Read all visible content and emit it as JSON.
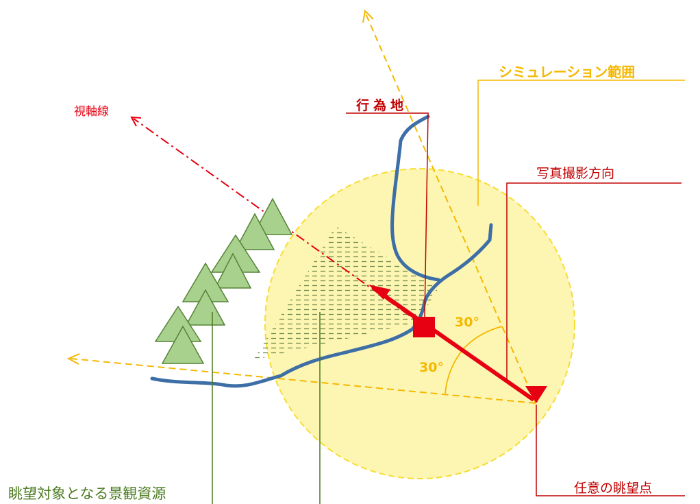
{
  "labels": {
    "simulation_range": "シミュレーション範囲",
    "action_site": "行為地",
    "sight_axis": "視軸線",
    "photo_direction": "写真撮影方向",
    "angle_upper": "30°",
    "angle_lower": "30°",
    "viewpoint": "任意の眺望点",
    "landscape_resource": "眺望対象となる景観資源"
  },
  "colors": {
    "circle_fill": "#fdf5b2",
    "circle_stroke": "#f7dd33",
    "river": "#3d6ea6",
    "orange": "#f5b800",
    "red": "#e60012",
    "dark_red": "#c00000",
    "tree_fill": "#a9d18e",
    "tree_stroke": "#548235",
    "hatch": "#6b8a4a"
  }
}
